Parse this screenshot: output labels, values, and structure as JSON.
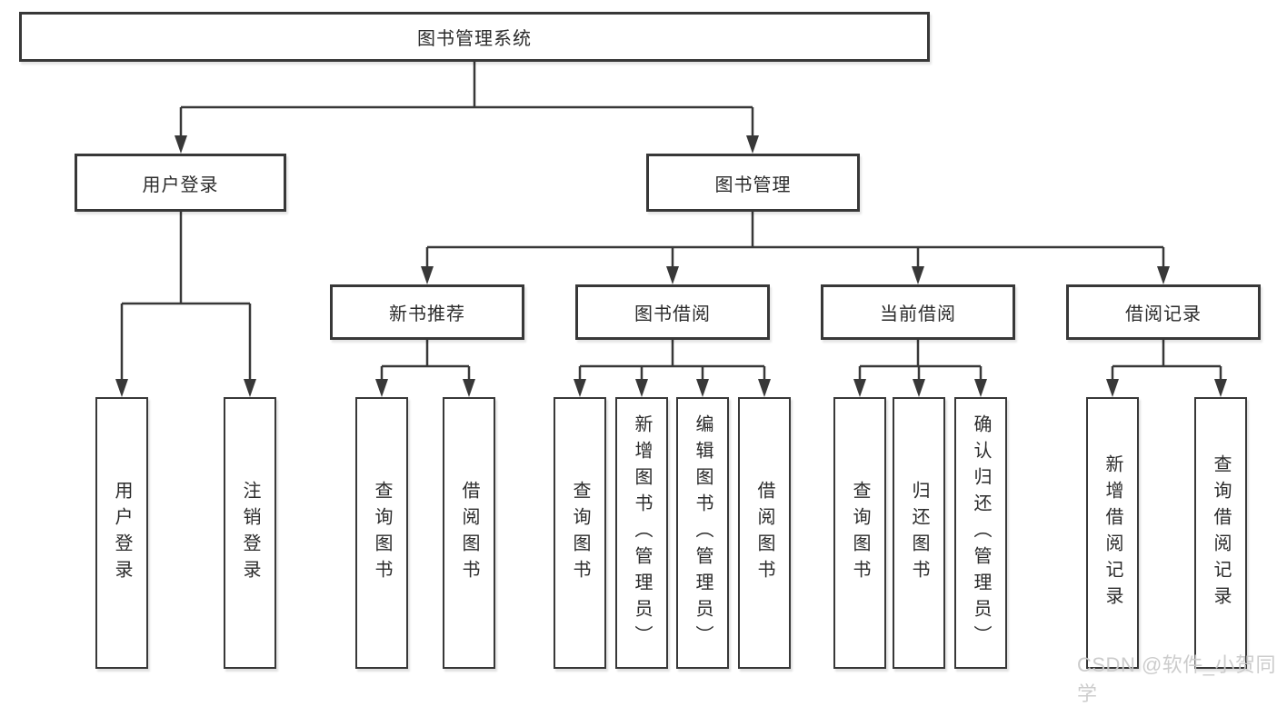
{
  "diagram": {
    "nodes": {
      "root": "图书管理系统",
      "user_login": "用户登录",
      "book_management": "图书管理",
      "new_book_recommendation": "新书推荐",
      "book_borrowing": "图书借阅",
      "current_borrowing": "当前借阅",
      "borrowing_records": "借阅记录",
      "ul_user_login": "用户登录",
      "ul_logout": "注销登录",
      "nbr_query_books": "查询图书",
      "nbr_borrow_books": "借阅图书",
      "bb_query_books": "查询图书",
      "bb_add_books_admin": "新增图书（管理员）",
      "bb_edit_books_admin": "编辑图书（管理员）",
      "bb_borrow_books": "借阅图书",
      "cb_query_books": "查询图书",
      "cb_return_books": "归还图书",
      "cb_confirm_return_admin": "确认归还（管理员）",
      "br_add_record": "新增借阅记录",
      "br_query_record": "查询借阅记录"
    },
    "colors": {
      "line": "#383838",
      "text": "#2b2b2b",
      "box_fill": "#ffffff",
      "watermark": "#c9c9c9"
    }
  },
  "watermark": "CSDN @软件_小贺同学"
}
